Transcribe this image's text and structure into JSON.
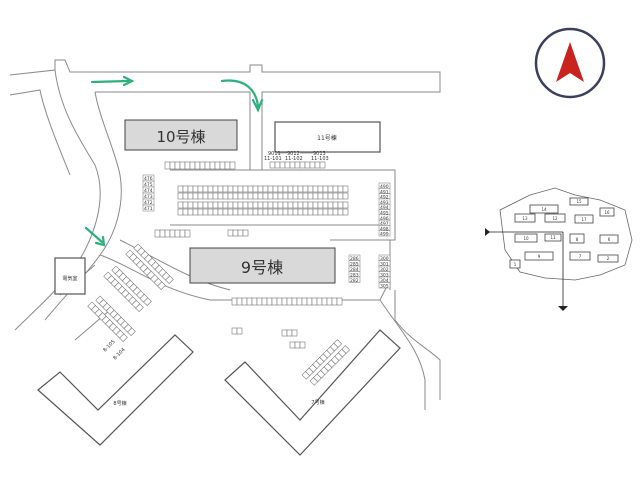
{
  "compass": {
    "icon": "north-arrow-icon"
  },
  "buildings": {
    "b10": "10号棟",
    "b9": "9号棟",
    "b11": "11号棟",
    "b8": "8号棟",
    "b7": "7号棟",
    "denki": "電気室"
  },
  "labels_11": {
    "top": [
      "9011",
      "9012",
      "9013"
    ],
    "bottom": [
      "11-101",
      "11-102",
      "11-103"
    ]
  },
  "parking_numbers": {
    "left_column": [
      "476",
      "475",
      "474",
      "473",
      "472",
      "471"
    ],
    "right_column_upper": [
      "490",
      "491",
      "492",
      "493",
      "494",
      "495",
      "496",
      "497",
      "498",
      "499"
    ],
    "right_column_lower_a": [
      "286",
      "285",
      "284",
      "283",
      "282"
    ],
    "right_column_lower_b": [
      "300",
      "301",
      "302",
      "303",
      "304",
      "305"
    ]
  },
  "side_labels": {
    "a": "8-105",
    "b": "8-104"
  },
  "minimap_numbers": [
    "14",
    "15",
    "16",
    "13",
    "12",
    "17",
    "10",
    "11",
    "8",
    "9",
    "7",
    "6",
    "1",
    "2"
  ],
  "colors": {
    "arrow": "#2eaf7d",
    "compass_arrow": "#c8231f",
    "compass_ring": "#3a3f5c",
    "building_fill": "#d9d9d9"
  }
}
